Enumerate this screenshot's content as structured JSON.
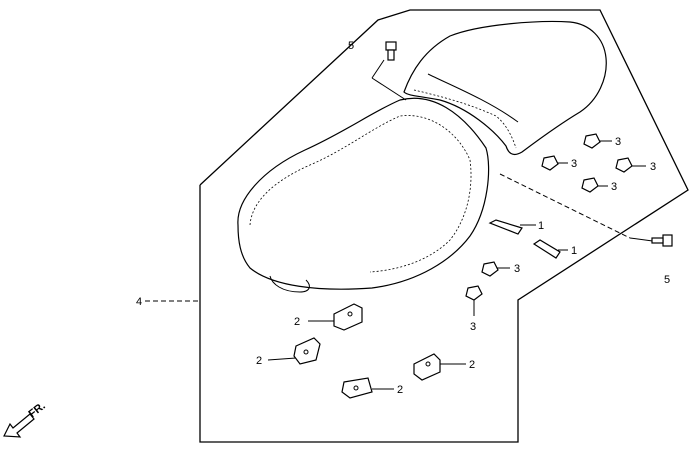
{
  "callouts": {
    "bolt_top": "5",
    "bolt_right": "5",
    "assembly": "4",
    "bands": [
      "1",
      "1"
    ],
    "clips": [
      "3",
      "3",
      "3",
      "3",
      "3",
      "3"
    ],
    "brackets": [
      "2",
      "2",
      "2",
      "2"
    ]
  },
  "direction_marker": {
    "label": "FR.",
    "icon": "arrow-down-left-icon"
  }
}
